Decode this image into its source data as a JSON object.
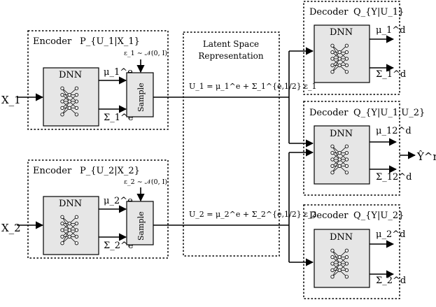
{
  "inputs": {
    "x1": "X_1",
    "x2": "X_2"
  },
  "encoder1": {
    "title": "Encoder",
    "dist": "P_{U_1|X_1}",
    "dnn": "DNN",
    "mu": "μ_1^e",
    "sigma": "Σ_1^e",
    "noise": "ε_1 ∼ 𝒩(0, I)",
    "sample": "Sample"
  },
  "encoder2": {
    "title": "Encoder",
    "dist": "P_{U_2|X_2}",
    "dnn": "DNN",
    "mu": "μ_2^e",
    "sigma": "Σ_2^e",
    "noise": "ε_2 ∼ 𝒩(0, I)",
    "sample": "Sample"
  },
  "latent": {
    "title_line1": "Latent Space",
    "title_line2": "Representation",
    "u1": "U_1 = μ_1^e + Σ_1^{e,1/2} ε_1",
    "u2": "U_2 = μ_2^e + Σ_2^{e,1/2} ε_2"
  },
  "decoder1": {
    "title": "Decoder",
    "dist": "Q_{Y|U_1}",
    "dnn": "DNN",
    "mu": "μ_1^d",
    "sigma": "Σ_1^d"
  },
  "decoder12": {
    "title": "Decoder",
    "dist": "Q_{Y|U_1,U_2}",
    "dnn": "DNN",
    "mu": "μ_12^d",
    "sigma": "Σ_12^d"
  },
  "decoder2": {
    "title": "Decoder",
    "dist": "Q_{Y|U_2}",
    "dnn": "DNN",
    "mu": "μ_2^d",
    "sigma": "Σ_2^d"
  },
  "output": {
    "label": "Ŷ^n"
  }
}
